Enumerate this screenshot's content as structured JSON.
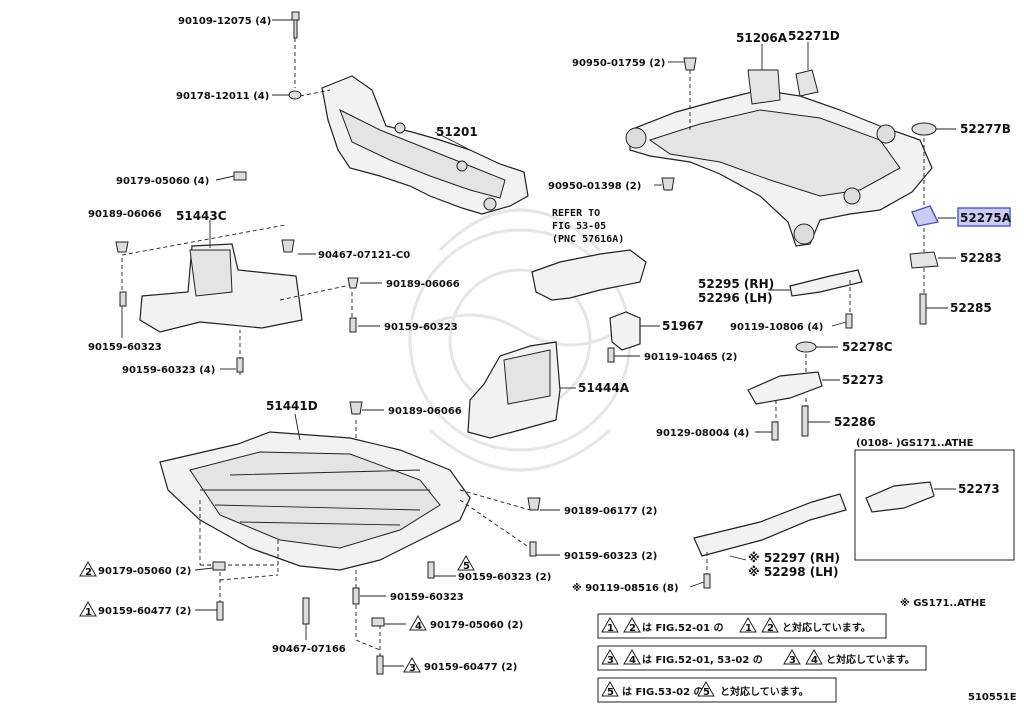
{
  "labels": {
    "p90109_12075": "90109-12075 (4)",
    "p90178_12011": "90178-12011 (4)",
    "p51201": "51201",
    "p90179_05060_4": "90179-05060 (4)",
    "p90189_06066_a": "90189-06066",
    "p51443c": "51443C",
    "p90467_07121": "90467-07121-C0",
    "p90189_06066_b": "90189-06066",
    "p90159_60323_a": "90159-60323",
    "p90159_60323_b": "90159-60323",
    "p90159_60323_c": "90159-60323 (4)",
    "p51441d": "51441D",
    "p90189_06066_c": "90189-06066",
    "p51444a": "51444A",
    "p90189_06177": "90189-06177 (2)",
    "p90159_60323_d": "90159-60323 (2)",
    "p90159_60323_e": "90159-60323 (2)",
    "p90159_60323_f": "90159-60323",
    "p90179_05060_2a": "90179-05060 (2)",
    "p90159_60477_a": "90159-60477 (2)",
    "p90467_07166": "90467-07166",
    "p90179_05060_2b": "90179-05060 (2)",
    "p90159_60477_b": "90159-60477 (2)",
    "p90950_01759": "90950-01759 (2)",
    "p51206a": "51206A",
    "p52271d": "52271D",
    "p52277b": "52277B",
    "p90950_01398": "90950-01398 (2)",
    "p52275a": "52275A",
    "p52283": "52283",
    "p52295": "52295 (RH)",
    "p52296": "52296 (LH)",
    "p52285": "52285",
    "p90119_10806": "90119-10806 (4)",
    "p51967": "51967",
    "p90119_10465": "90119-10465 (2)",
    "p52278c": "52278C",
    "p52273_a": "52273",
    "p52286": "52286",
    "p90129_08004": "90129-08004 (4)",
    "p52273_b": "52273",
    "p52297": "※ 52297 (RH)",
    "p52298": "※ 52298 (LH)",
    "p90119_08516": "※ 90119-08516 (8)",
    "gs_note": "※ GS171..ATHE",
    "inset_title": "(0108-     )GS171..ATHE",
    "refer_1": "REFER TO",
    "refer_2": "FIG 53-05",
    "refer_3": "(PNC 57616A)",
    "diagram_id": "510551E"
  },
  "callouts": {
    "c1": "1",
    "c2": "2",
    "c3": "3",
    "c4": "4",
    "c5": "5"
  },
  "notes": {
    "n1_mid": "は FIG.52-01 の",
    "n1_end": "と対応しています。",
    "n2_mid": "は FIG.52-01, 53-02 の",
    "n2_end": "と対応しています。",
    "n3_mid": "は FIG.53-02 の",
    "n3_end": "と対応しています。",
    "n1_a": "1",
    "n1_b": "2",
    "n1_c": "1",
    "n1_d": "2",
    "n2_a": "3",
    "n2_b": "4",
    "n2_c": "3",
    "n2_d": "4",
    "n3_a": "5",
    "n3_b": "5",
    "sep": "、"
  },
  "colors": {
    "highlight_fill": "#c9cdf6",
    "highlight_stroke": "#4a55c8",
    "line": "#222222"
  }
}
